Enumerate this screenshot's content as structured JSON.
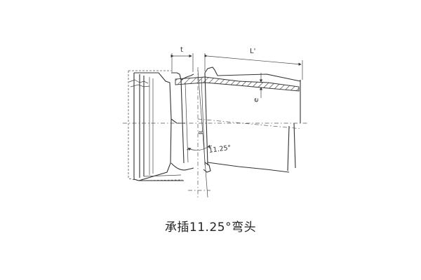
{
  "labels": {
    "t": "t",
    "l_prime": "L'",
    "e": "e",
    "angle": "11.25°",
    "r": "R"
  },
  "caption": "承插11.25°弯头"
}
